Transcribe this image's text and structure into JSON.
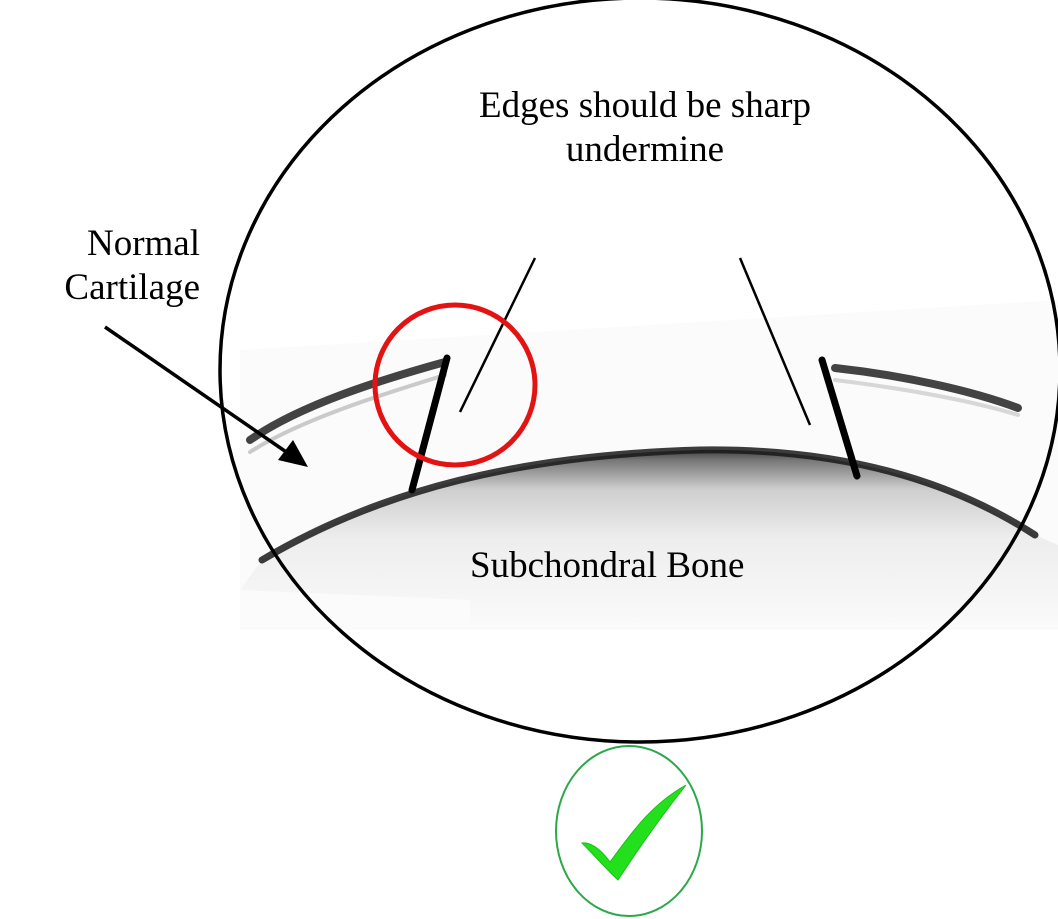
{
  "labels": {
    "edges_line1": "Edges should be sharp",
    "edges_line2": "undermine",
    "normal_line1": "Normal",
    "normal_line2": "Cartilage",
    "bone": "Subchondral Bone"
  },
  "colors": {
    "outline": "#000000",
    "highlight_circle": "#e31313",
    "check_circle": "#2ca84a",
    "check_mark": "#22e01c",
    "bone_shade_dark": "#1a1a1a",
    "bone_shade_light": "#f4f4f4"
  },
  "icons": {
    "verdict": "checkmark-icon"
  }
}
